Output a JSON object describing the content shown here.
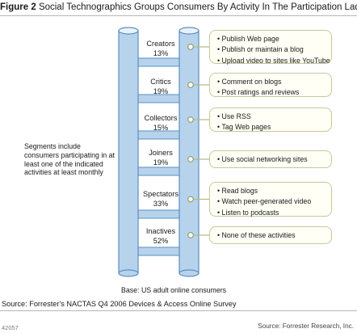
{
  "figure": {
    "label": "Figure 2",
    "title": "Social Technographics Groups Consumers By Activity In The Participation Ladder"
  },
  "groups": [
    {
      "name": "Creators",
      "percent": "13%",
      "activities": [
        "Publish Web page",
        "Publish or maintain a blog",
        "Upload video to sites like YouTube"
      ]
    },
    {
      "name": "Critics",
      "percent": "19%",
      "activities": [
        "Comment on blogs",
        "Post ratings and reviews"
      ]
    },
    {
      "name": "Collectors",
      "percent": "15%",
      "activities": [
        "Use RSS",
        "Tag Web pages"
      ]
    },
    {
      "name": "Joiners",
      "percent": "19%",
      "activities": [
        "Use social networking sites"
      ]
    },
    {
      "name": "Spectators",
      "percent": "33%",
      "activities": [
        "Read blogs",
        "Watch peer-generated video",
        "Listen to podcasts"
      ]
    },
    {
      "name": "Inactives",
      "percent": "52%",
      "activities": [
        "None of these activities"
      ]
    }
  ],
  "note": "Segments include consumers participating in at least one of the indicated activities at least monthly",
  "base": "Base: US adult online consumers",
  "source": "Source: Forrester's NACTAS Q4 2006 Devices & Access Online Survey",
  "figure_code": "42057",
  "credit": "Source: Forrester Research, Inc.",
  "colors": {
    "ladder_fill": "#b7d3ec",
    "ladder_stroke": "#5a8fc1",
    "bubble_border": "#c2cb9b",
    "bubble_fill": "#fffff6",
    "connector": "#b4bc86"
  }
}
